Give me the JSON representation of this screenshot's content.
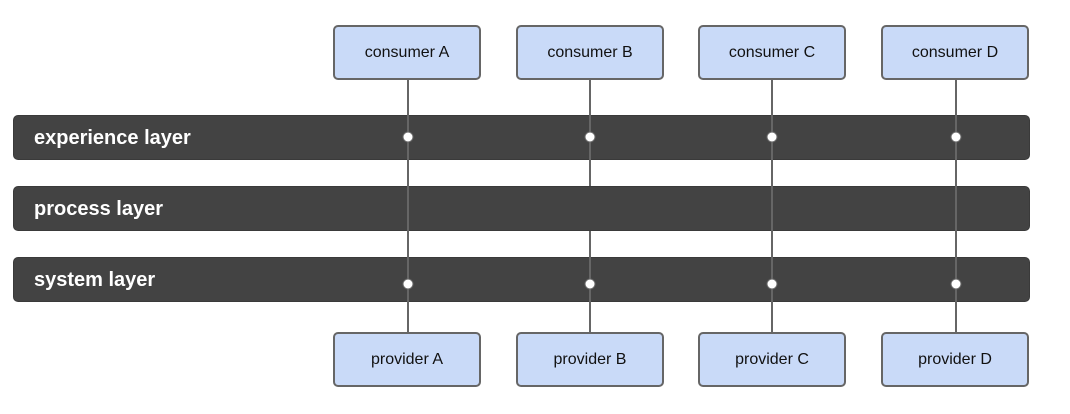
{
  "layers": [
    {
      "label": "experience layer"
    },
    {
      "label": "process layer"
    },
    {
      "label": "system layer"
    }
  ],
  "consumers": [
    {
      "label": "consumer A"
    },
    {
      "label": "consumer B"
    },
    {
      "label": "consumer C"
    },
    {
      "label": "consumer D"
    }
  ],
  "providers": [
    {
      "label": "provider A"
    },
    {
      "label": "provider B"
    },
    {
      "label": "provider C"
    },
    {
      "label": "provider D"
    }
  ],
  "colors": {
    "band": "#434343",
    "box_fill": "#c9daf8",
    "box_border": "#666666",
    "connector": "#666666",
    "joint": "#ffffff"
  }
}
